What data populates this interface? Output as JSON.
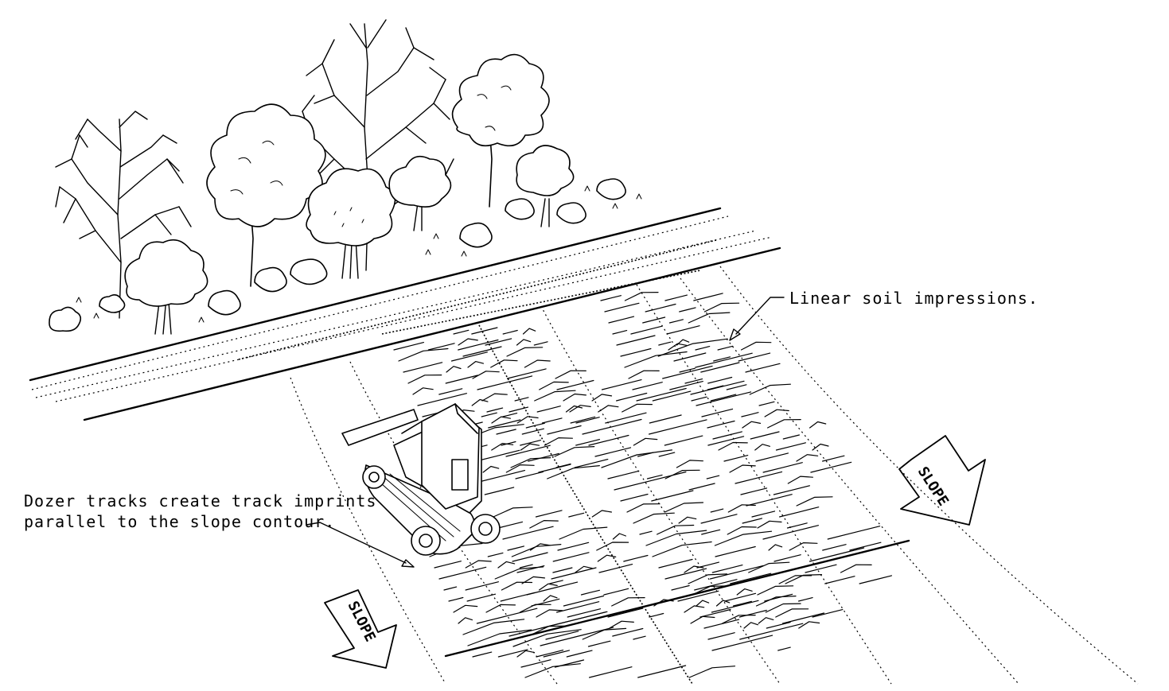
{
  "labels": {
    "linear_soil": "Linear soil impressions.",
    "dozer_line1": "Dozer tracks create track imprints",
    "dozer_line2": "parallel to the slope contour.",
    "slope_upper": "SLOPE",
    "slope_lower": "SLOPE"
  },
  "colors": {
    "ink": "#000000",
    "background": "#ffffff"
  }
}
